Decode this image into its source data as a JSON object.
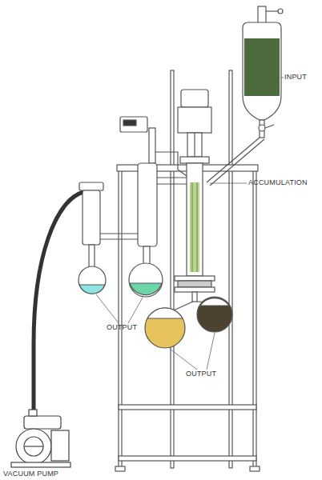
{
  "diagram": {
    "labels": [
      "INPUT",
      "ACCUMULATION",
      "OUTPUT",
      "OUTPUT",
      "VACUUM PUMP"
    ]
  }
}
